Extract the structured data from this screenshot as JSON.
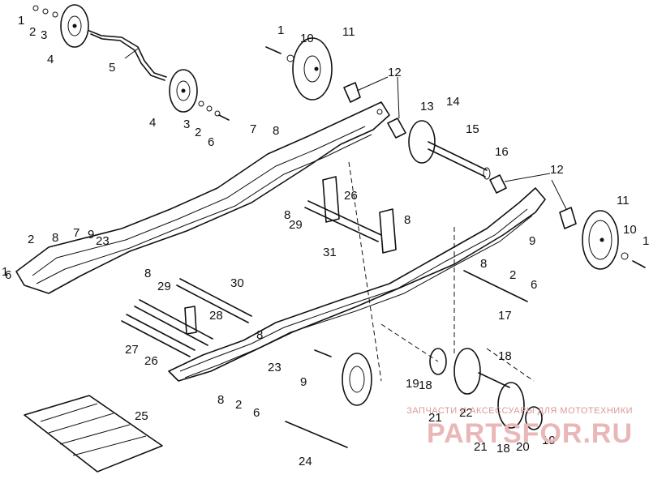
{
  "callouts": [
    "1",
    "2",
    "3",
    "4",
    "5",
    "6",
    "7",
    "8",
    "9",
    "10",
    "11",
    "12",
    "13",
    "14",
    "15",
    "16",
    "17",
    "18",
    "19",
    "20",
    "21",
    "22",
    "23",
    "24",
    "25",
    "26",
    "27",
    "28",
    "29",
    "30",
    "31"
  ],
  "watermark": {
    "text": "ЗАПЧАСТИ И АКСЕССУАРЫ ДЛЯ МОТОТЕХНИКИ",
    "brand": "PARTSFOR.RU"
  }
}
